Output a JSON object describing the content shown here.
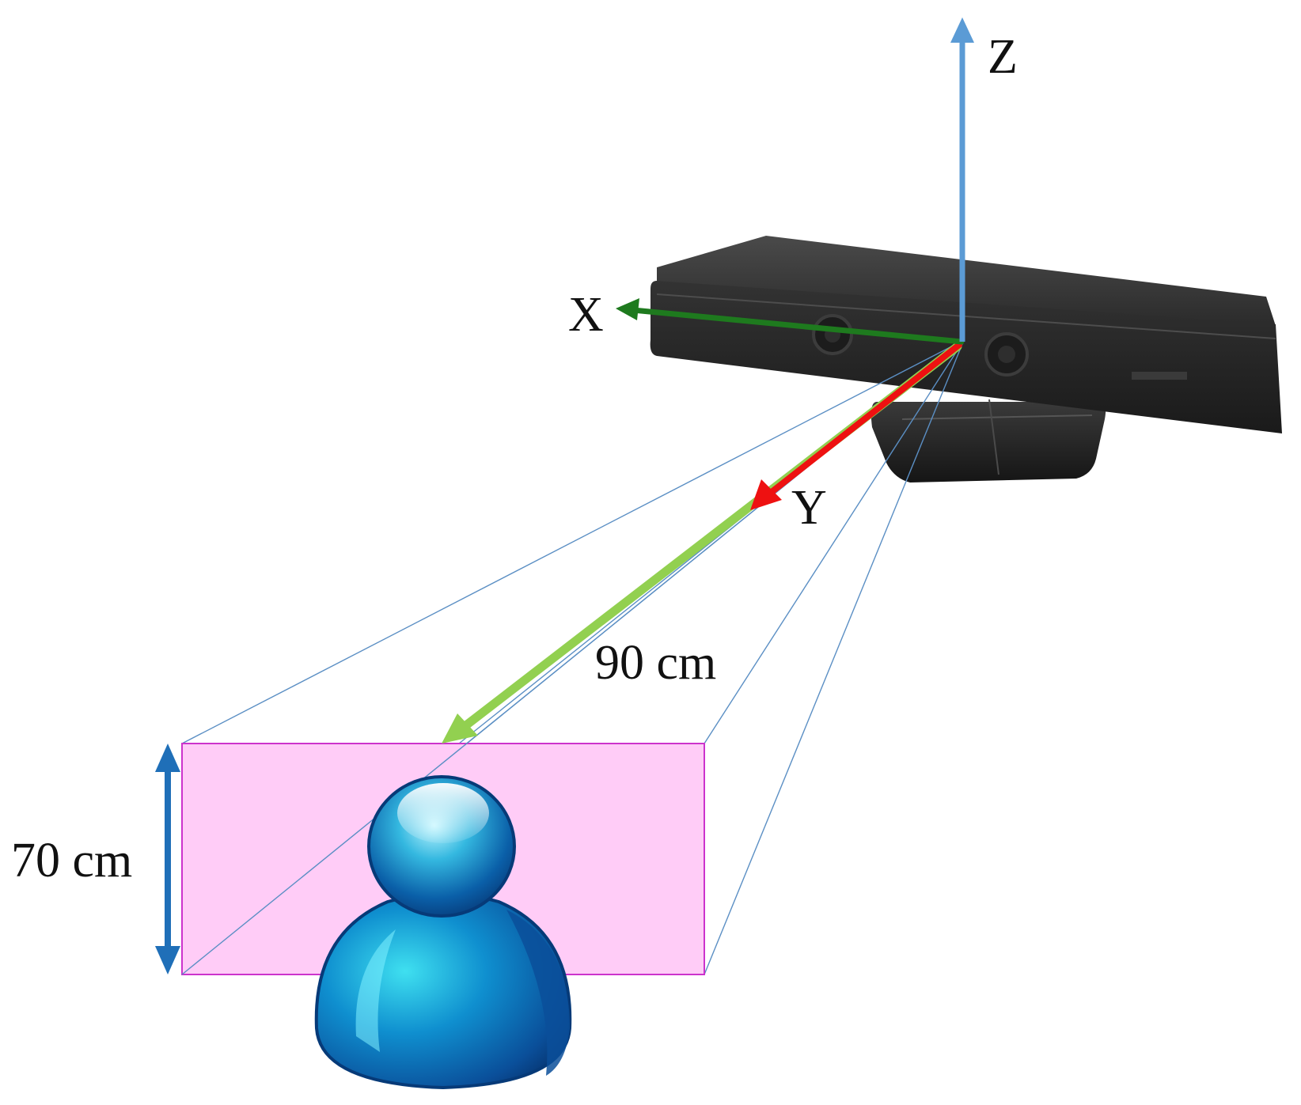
{
  "labels": {
    "axis_z": "Z",
    "axis_x": "X",
    "axis_y": "Y",
    "distance": "90 cm",
    "height": "70 cm"
  },
  "colors": {
    "axis_z": "#5B9BD5",
    "axis_x": "#1E7A1E",
    "axis_y": "#EE1111",
    "distance_arrow": "#92D050",
    "height_arrow": "#1F6FB8",
    "field_of_view_lines": "#5B8FC4",
    "capture_area_fill": "#FFCCF7",
    "capture_area_border": "#CC33CC",
    "sensor_body": "#2A2A2A"
  },
  "icons": {
    "sensor": "kinect-sensor-icon",
    "person": "user-person-icon"
  }
}
